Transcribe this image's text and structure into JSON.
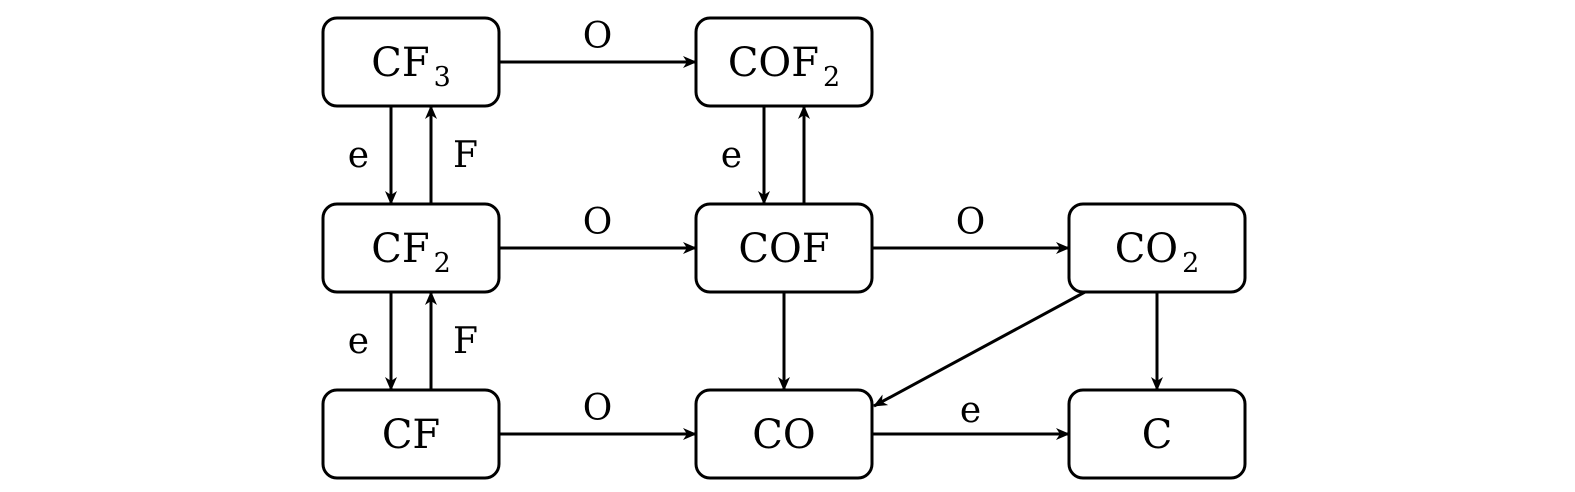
{
  "diagram": {
    "nodes": [
      {
        "id": "CF3",
        "main": "CF",
        "sub": "3",
        "col": 0,
        "row": 0
      },
      {
        "id": "COF2",
        "main": "COF",
        "sub": "2",
        "col": 1,
        "row": 0
      },
      {
        "id": "CF2",
        "main": "CF",
        "sub": "2",
        "col": 0,
        "row": 1
      },
      {
        "id": "COF",
        "main": "COF",
        "sub": "",
        "col": 1,
        "row": 1
      },
      {
        "id": "CO2",
        "main": "CO",
        "sub": "2",
        "col": 2,
        "row": 1
      },
      {
        "id": "CF",
        "main": "CF",
        "sub": "",
        "col": 0,
        "row": 2
      },
      {
        "id": "CO",
        "main": "CO",
        "sub": "",
        "col": 1,
        "row": 2
      },
      {
        "id": "C",
        "main": "C",
        "sub": "",
        "col": 2,
        "row": 2
      }
    ],
    "edges": [
      {
        "from": "CF3",
        "to": "COF2",
        "label": "O"
      },
      {
        "from": "CF3",
        "to": "CF2",
        "label": "e"
      },
      {
        "from": "CF2",
        "to": "CF3",
        "label": "F"
      },
      {
        "from": "COF2",
        "to": "COF",
        "label": "e"
      },
      {
        "from": "COF",
        "to": "COF2",
        "label": ""
      },
      {
        "from": "CF2",
        "to": "COF",
        "label": "O"
      },
      {
        "from": "COF",
        "to": "CO2",
        "label": "O"
      },
      {
        "from": "CF2",
        "to": "CF",
        "label": "e"
      },
      {
        "from": "CF",
        "to": "CF2",
        "label": "F"
      },
      {
        "from": "COF",
        "to": "CO",
        "label": ""
      },
      {
        "from": "CO2",
        "to": "CO",
        "label": ""
      },
      {
        "from": "CO2",
        "to": "C",
        "label": ""
      },
      {
        "from": "CF",
        "to": "CO",
        "label": "O"
      },
      {
        "from": "CO",
        "to": "C",
        "label": "e"
      }
    ]
  }
}
